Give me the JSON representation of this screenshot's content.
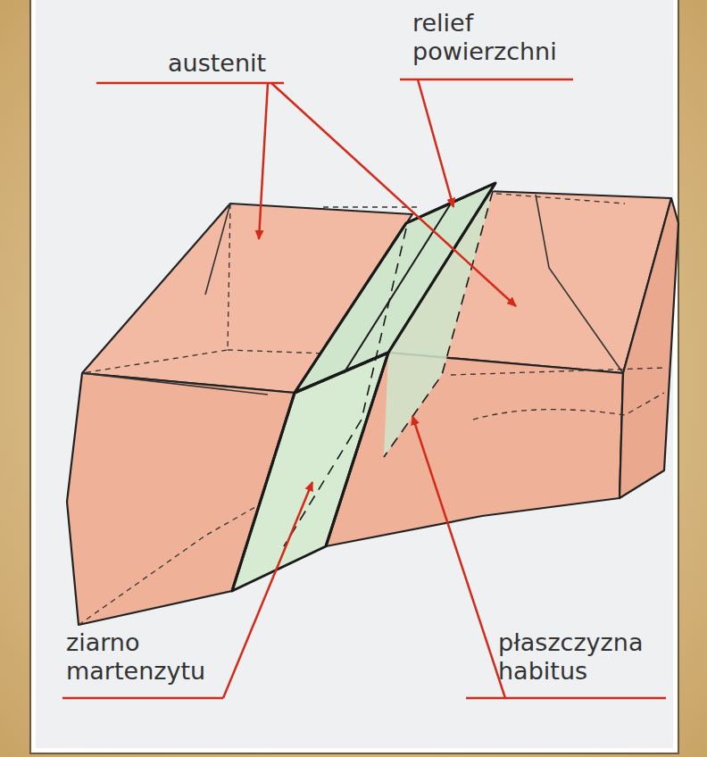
{
  "diagram": {
    "labels": [
      "austenit",
      "relief powierzchni",
      "ziarno martenzytu",
      "płaszczyzna habitus"
    ]
  }
}
